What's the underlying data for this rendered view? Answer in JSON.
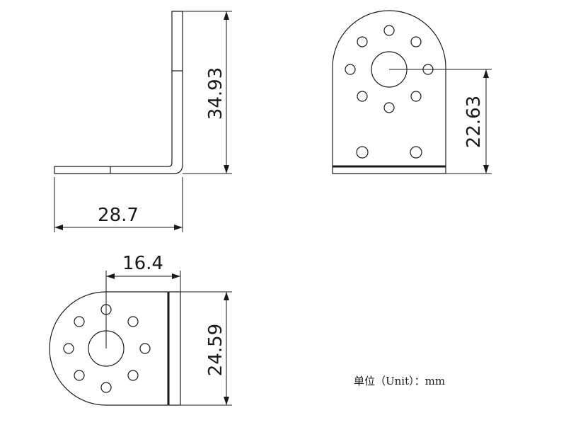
{
  "dimensions": {
    "side_height": "34.93",
    "side_width": "28.7",
    "front_height": "22.63",
    "bottom_offset": "16.4",
    "bottom_height": "24.59"
  },
  "unit_label": "单位（Unit）：mm"
}
